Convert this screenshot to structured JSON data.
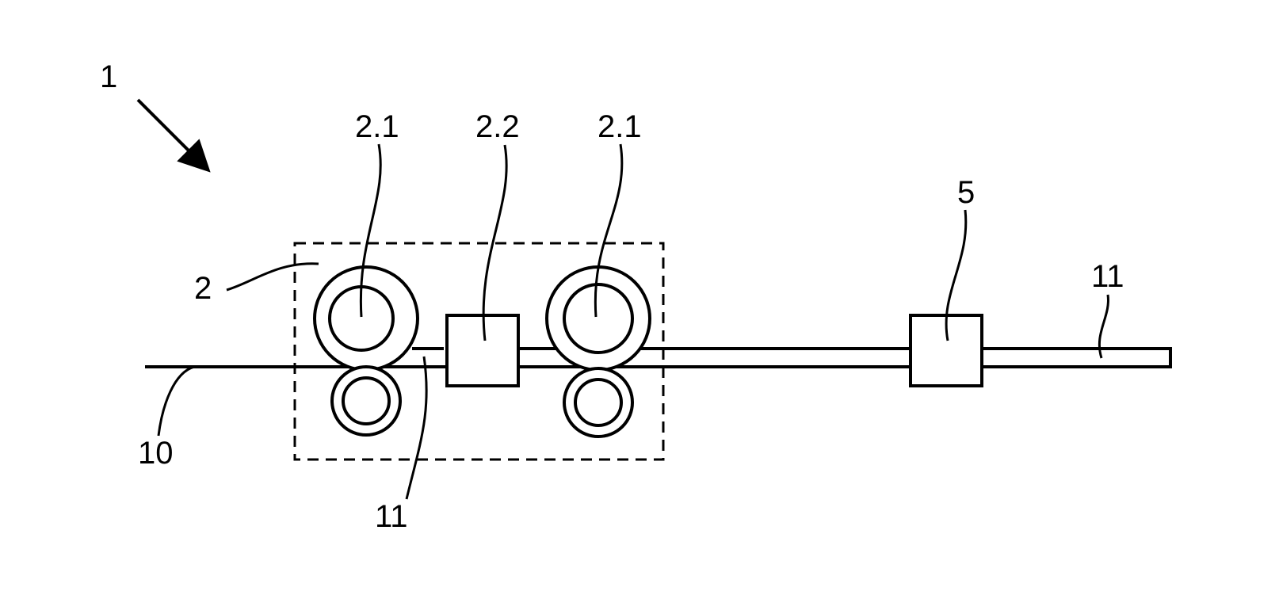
{
  "labels": {
    "system": "1",
    "unit": "2",
    "roller_left": "2.1",
    "device_middle": "2.2",
    "roller_right": "2.1",
    "device_right": "5",
    "strip_right": "11",
    "input_strip": "10",
    "strip_lower": "11"
  },
  "colors": {
    "stroke": "#000000",
    "background": "#ffffff"
  }
}
